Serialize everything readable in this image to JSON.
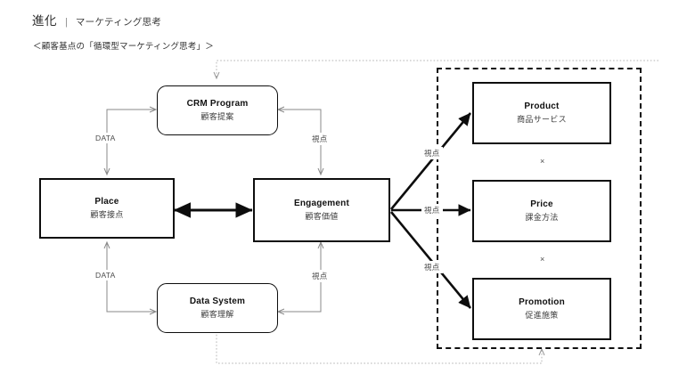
{
  "header": {
    "title_main": "進化",
    "separator": "|",
    "title_sub": "マーケティング思考",
    "subtitle": "＜顧客基点の「循環型マーケティング思考」＞"
  },
  "nodes": {
    "crm": {
      "en": "CRM Program",
      "jp": "顧客提案"
    },
    "place": {
      "en": "Place",
      "jp": "顧客接点"
    },
    "engagement": {
      "en": "Engagement",
      "jp": "顧客価値"
    },
    "datasystem": {
      "en": "Data System",
      "jp": "顧客理解"
    },
    "product": {
      "en": "Product",
      "jp": "商品サービス"
    },
    "price": {
      "en": "Price",
      "jp": "課金方法"
    },
    "promotion": {
      "en": "Promotion",
      "jp": "促進施策"
    }
  },
  "edge_labels": {
    "data_top": "DATA",
    "data_bottom": "DATA",
    "shiten_top": "視点",
    "shiten_bottom": "視点",
    "shiten_product": "視点",
    "shiten_price": "視点",
    "shiten_promotion": "視点"
  },
  "operators": {
    "product_price": "×",
    "price_promotion": "×"
  },
  "colors": {
    "ink": "#0d0d0d",
    "muted": "#8d8d8d",
    "paper": "#ffffff"
  }
}
